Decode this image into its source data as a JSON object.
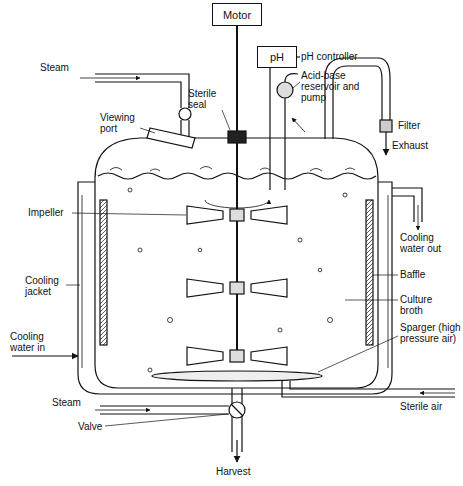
{
  "diagram": {
    "nodes": [
      {
        "text": [
          "Motor"
        ]
      },
      {
        "text": [
          "pH"
        ]
      }
    ],
    "labels": [
      "Steam",
      "pH controller",
      "Sterile seal",
      "Acid-base reservoir and pump",
      "Viewing port",
      "Filter",
      "Exhaust",
      "Impeller",
      "Cooling water out",
      "Cooling jacket",
      "Baffle",
      "Culture broth",
      "Cooling water in",
      "Sparger (high pressure air)",
      "Steam",
      "Valve",
      "Sterile air",
      "Harvest"
    ]
  }
}
